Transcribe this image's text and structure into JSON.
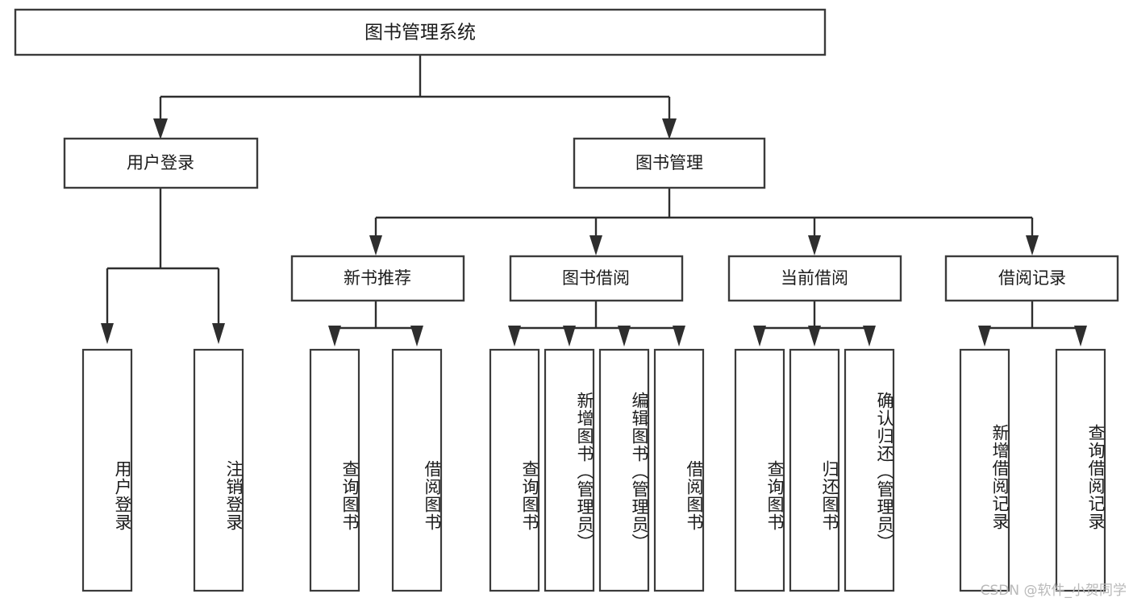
{
  "diagram": {
    "title": "图书管理系统",
    "type": "tree",
    "orientation": "top-down",
    "root": {
      "id": "root",
      "label": "图书管理系统"
    },
    "level2": [
      {
        "id": "user-login",
        "label": "用户登录"
      },
      {
        "id": "book-manage",
        "label": "图书管理"
      }
    ],
    "level3": [
      {
        "id": "new-book-rec",
        "label": "新书推荐",
        "parent": "book-manage"
      },
      {
        "id": "book-borrow",
        "label": "图书借阅",
        "parent": "book-manage"
      },
      {
        "id": "current-borrow",
        "label": "当前借阅",
        "parent": "book-manage"
      },
      {
        "id": "borrow-record",
        "label": "借阅记录",
        "parent": "book-manage"
      }
    ],
    "leaves": [
      {
        "id": "leaf-user-login",
        "label": "用户登录",
        "parent": "user-login"
      },
      {
        "id": "leaf-logout",
        "label": "注销登录",
        "parent": "user-login"
      },
      {
        "id": "leaf-query-book-1",
        "label": "查询图书",
        "parent": "new-book-rec"
      },
      {
        "id": "leaf-borrow-book-1",
        "label": "借阅图书",
        "parent": "new-book-rec"
      },
      {
        "id": "leaf-query-book-2",
        "label": "查询图书",
        "parent": "book-borrow"
      },
      {
        "id": "leaf-add-book",
        "label": "新增图书（管理员）",
        "parent": "book-borrow"
      },
      {
        "id": "leaf-edit-book",
        "label": "编辑图书（管理员）",
        "parent": "book-borrow"
      },
      {
        "id": "leaf-borrow-book-2",
        "label": "借阅图书",
        "parent": "book-borrow"
      },
      {
        "id": "leaf-query-book-3",
        "label": "查询图书",
        "parent": "current-borrow"
      },
      {
        "id": "leaf-return-book",
        "label": "归还图书",
        "parent": "current-borrow"
      },
      {
        "id": "leaf-confirm-return",
        "label": "确认归还（管理员）",
        "parent": "current-borrow"
      },
      {
        "id": "leaf-add-record",
        "label": "新增借阅记录",
        "parent": "borrow-record"
      },
      {
        "id": "leaf-query-record",
        "label": "查询借阅记录",
        "parent": "borrow-record"
      }
    ]
  },
  "watermark": {
    "text": "CSDN @软件_小贺同学"
  },
  "colors": {
    "box_stroke": "#3b3b3b",
    "edge": "#2e2e2e",
    "text": "#1b1b1b",
    "background": "#ffffff",
    "watermark": "#b9b9b9"
  }
}
